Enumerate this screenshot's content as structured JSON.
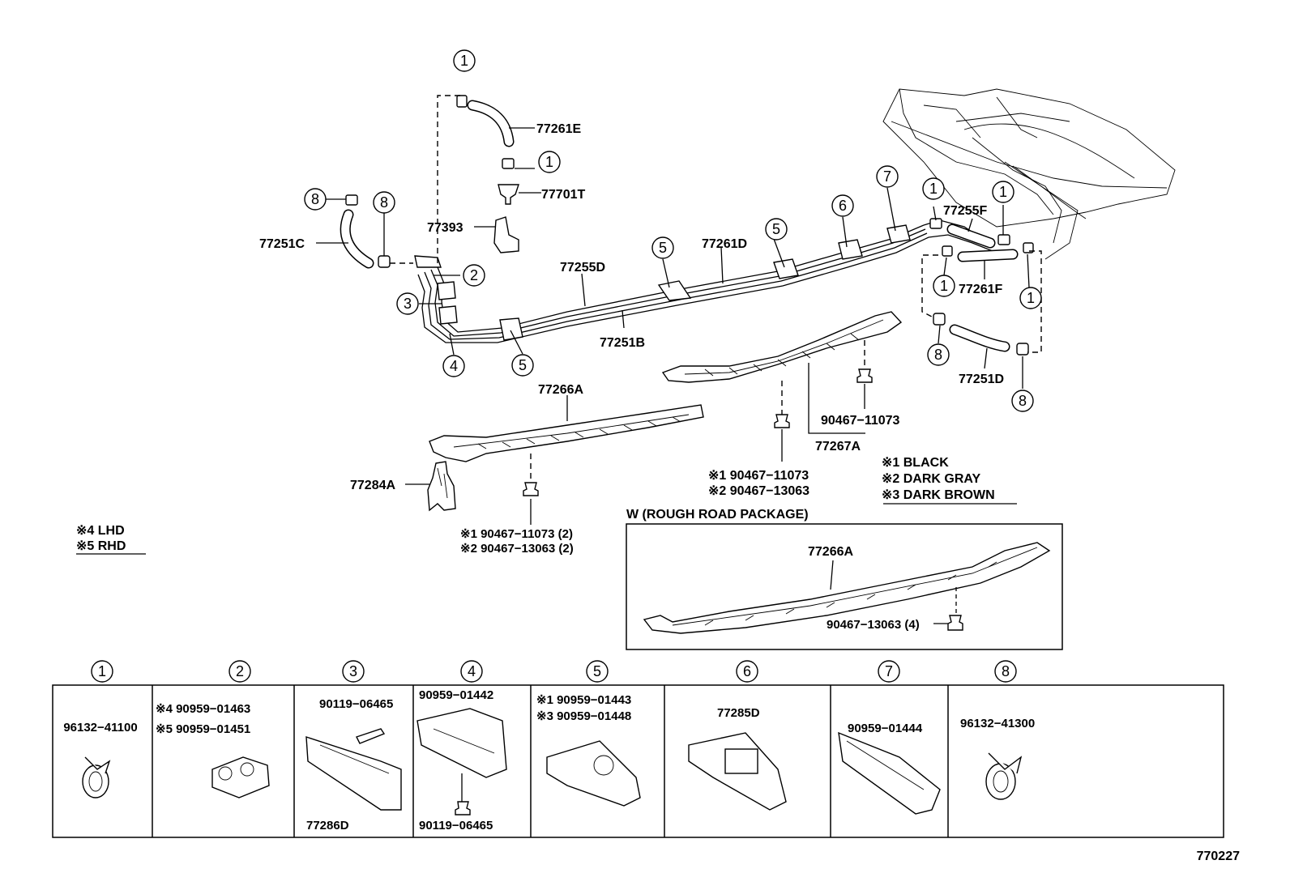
{
  "diagram_code": "770227",
  "callout_circles": {
    "c1a": "1",
    "c1b": "1",
    "c1c": "1",
    "c1d": "1",
    "c1e": "1",
    "c1f": "1",
    "c2": "2",
    "c3": "3",
    "c4": "4",
    "c5a": "5",
    "c5b": "5",
    "c5c": "5",
    "c6": "6",
    "c7": "7",
    "c8a": "8",
    "c8b": "8",
    "c8c": "8",
    "c8d": "8"
  },
  "labels": {
    "p77261E": "77261E",
    "p77701T": "77701T",
    "p77393": "77393",
    "p77251C": "77251C",
    "p77255D": "77255D",
    "p77261D": "77261D",
    "p77251B": "77251B",
    "p77255F": "77255F",
    "p77261F": "77261F",
    "p77251D": "77251D",
    "p77266A": "77266A",
    "p77284A": "77284A",
    "p90467_11073_top": "90467−11073",
    "p77267A": "77267A",
    "bolt_mid_1": "※1 90467−11073",
    "bolt_mid_2": "※2 90467−13063",
    "bolt_left_1": "※1 90467−11073 (2)",
    "bolt_left_2": "※2 90467−13063 (2)"
  },
  "color_legend": [
    "※1 BLACK",
    "※2 DARK  GRAY",
    "※3 DARK  BROWN"
  ],
  "drive_legend": [
    "※4  LHD",
    "※5  RHD"
  ],
  "rough_road": {
    "title": "W (ROUGH  ROAD  PACKAGE)",
    "part": "77266A",
    "bolt": "90467−13063 (4)"
  },
  "clamp_table": [
    {
      "num": "1",
      "lines": [
        "96132−41100"
      ]
    },
    {
      "num": "2",
      "lines": [
        "※4  90959−01463",
        "※5  90959−01451"
      ]
    },
    {
      "num": "3",
      "lines": [
        "90119−06465",
        "77286D"
      ]
    },
    {
      "num": "4",
      "lines": [
        "90959−01442",
        "90119−06465"
      ]
    },
    {
      "num": "5",
      "lines": [
        "※1  90959−01443",
        "※3  90959−01448"
      ]
    },
    {
      "num": "6",
      "lines": [
        "77285D"
      ]
    },
    {
      "num": "7",
      "lines": [
        "90959−01444"
      ]
    },
    {
      "num": "8",
      "lines": [
        "96132−41300"
      ]
    }
  ]
}
